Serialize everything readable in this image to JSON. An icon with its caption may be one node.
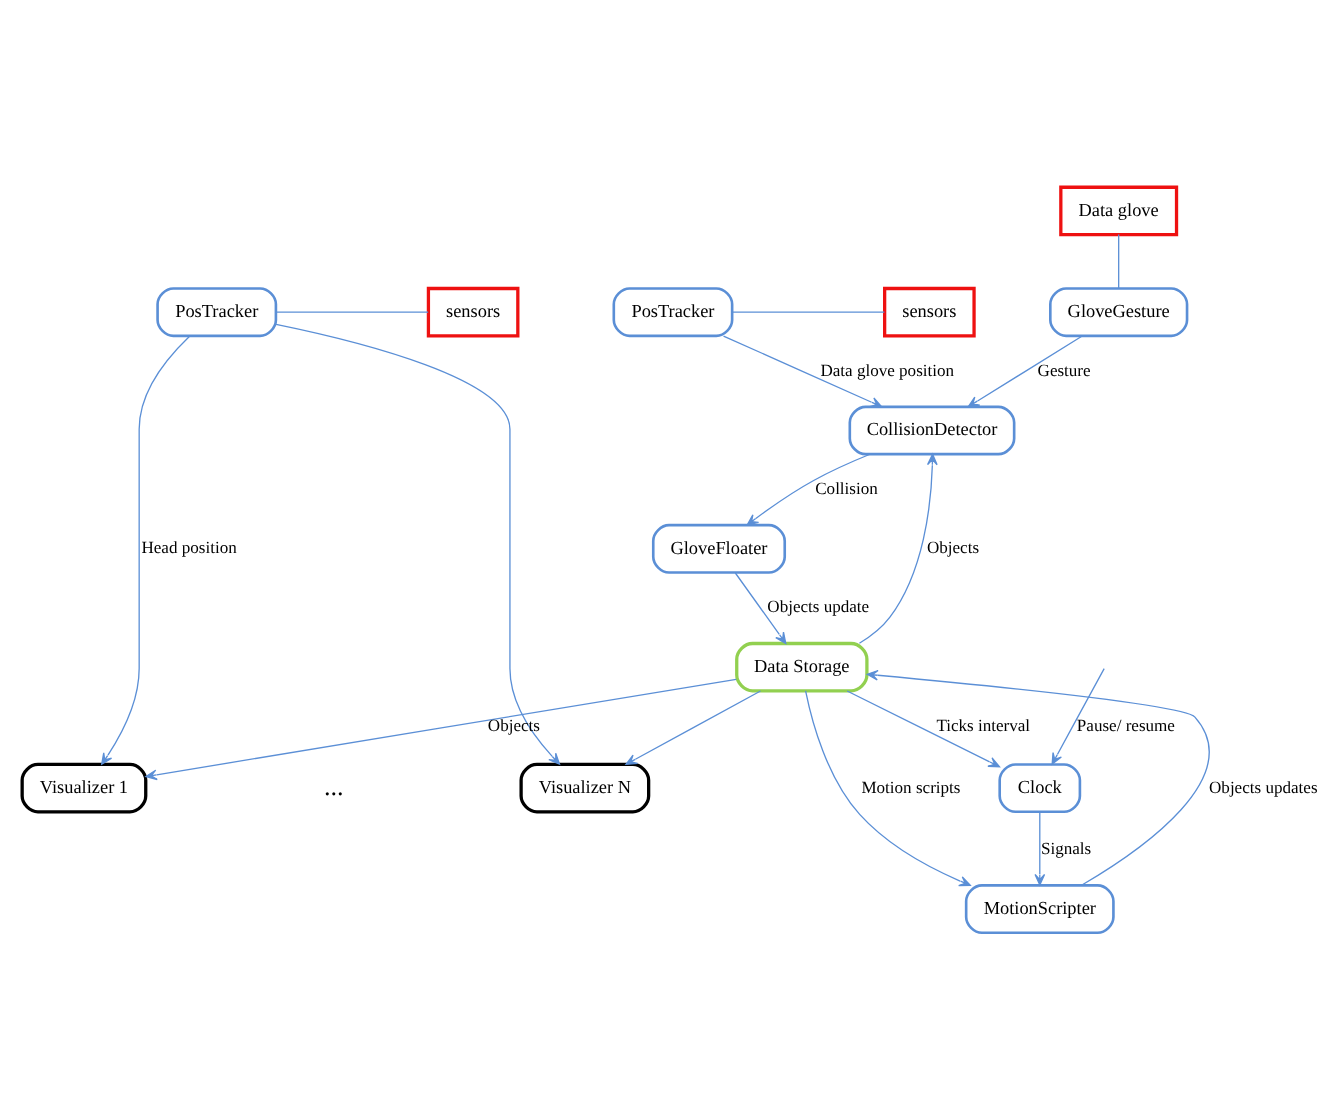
{
  "diagram": {
    "nodes": [
      {
        "text": [
          "PosTracker"
        ]
      },
      {
        "text": [
          "sensors"
        ]
      },
      {
        "text": [
          "PosTracker"
        ]
      },
      {
        "text": [
          "sensors"
        ]
      },
      {
        "text": [
          "Visualizer 1"
        ]
      },
      {
        "text": [
          "Visualizer N"
        ]
      },
      {
        "text": [
          "GloveFloater"
        ]
      },
      {
        "text": [
          "CollisionDetector"
        ]
      },
      {
        "text": [
          "Data Storage"
        ]
      },
      {
        "text": [
          "GloveGesture"
        ]
      },
      {
        "text": [
          "Data glove"
        ]
      },
      {
        "text": [
          "MotionScripter"
        ]
      },
      {
        "text": [
          "Clock"
        ]
      }
    ],
    "edges": [
      {
        "from": 0,
        "to": 1,
        "arrow": "none"
      },
      {
        "from": 2,
        "to": 3,
        "arrow": "none"
      },
      {
        "from": 2,
        "to": 4,
        "arrow": "to",
        "label": "Head position"
      },
      {
        "from": 2,
        "to": 5,
        "arrow": "to"
      },
      {
        "from": 0,
        "to": 7,
        "arrow": "to",
        "label": "Data glove position"
      },
      {
        "from": 7,
        "to": 6,
        "arrow": "to",
        "label": "Collision"
      },
      {
        "from": 6,
        "to": 8,
        "arrow": "to",
        "label": "Objects update"
      },
      {
        "from": 8,
        "to": 4,
        "arrow": "to",
        "label": "Objects"
      },
      {
        "from": 8,
        "to": 5,
        "arrow": "to"
      },
      {
        "from": 8,
        "to": 7,
        "arrow": "to",
        "label": "Objects"
      },
      {
        "from": 9,
        "to": 7,
        "arrow": "to",
        "label": "Gesture"
      },
      {
        "from": 10,
        "to": 9,
        "arrow": "none"
      },
      {
        "from": 11,
        "to": 8,
        "arrow": "to",
        "label": "Objects updates"
      },
      {
        "from": 8,
        "to": 11,
        "arrow": "to",
        "label": "Motion scripts"
      },
      {
        "from": 8,
        "to": 12,
        "arrow": "to",
        "label": "Ticks interval"
      },
      {
        "from": 12,
        "to": 11,
        "arrow": "to",
        "label": "Signals"
      },
      {
        "from": null,
        "to": 12,
        "arrow": "to",
        "label": "Pause/ resume"
      }
    ],
    "labels": [
      "..."
    ]
  }
}
